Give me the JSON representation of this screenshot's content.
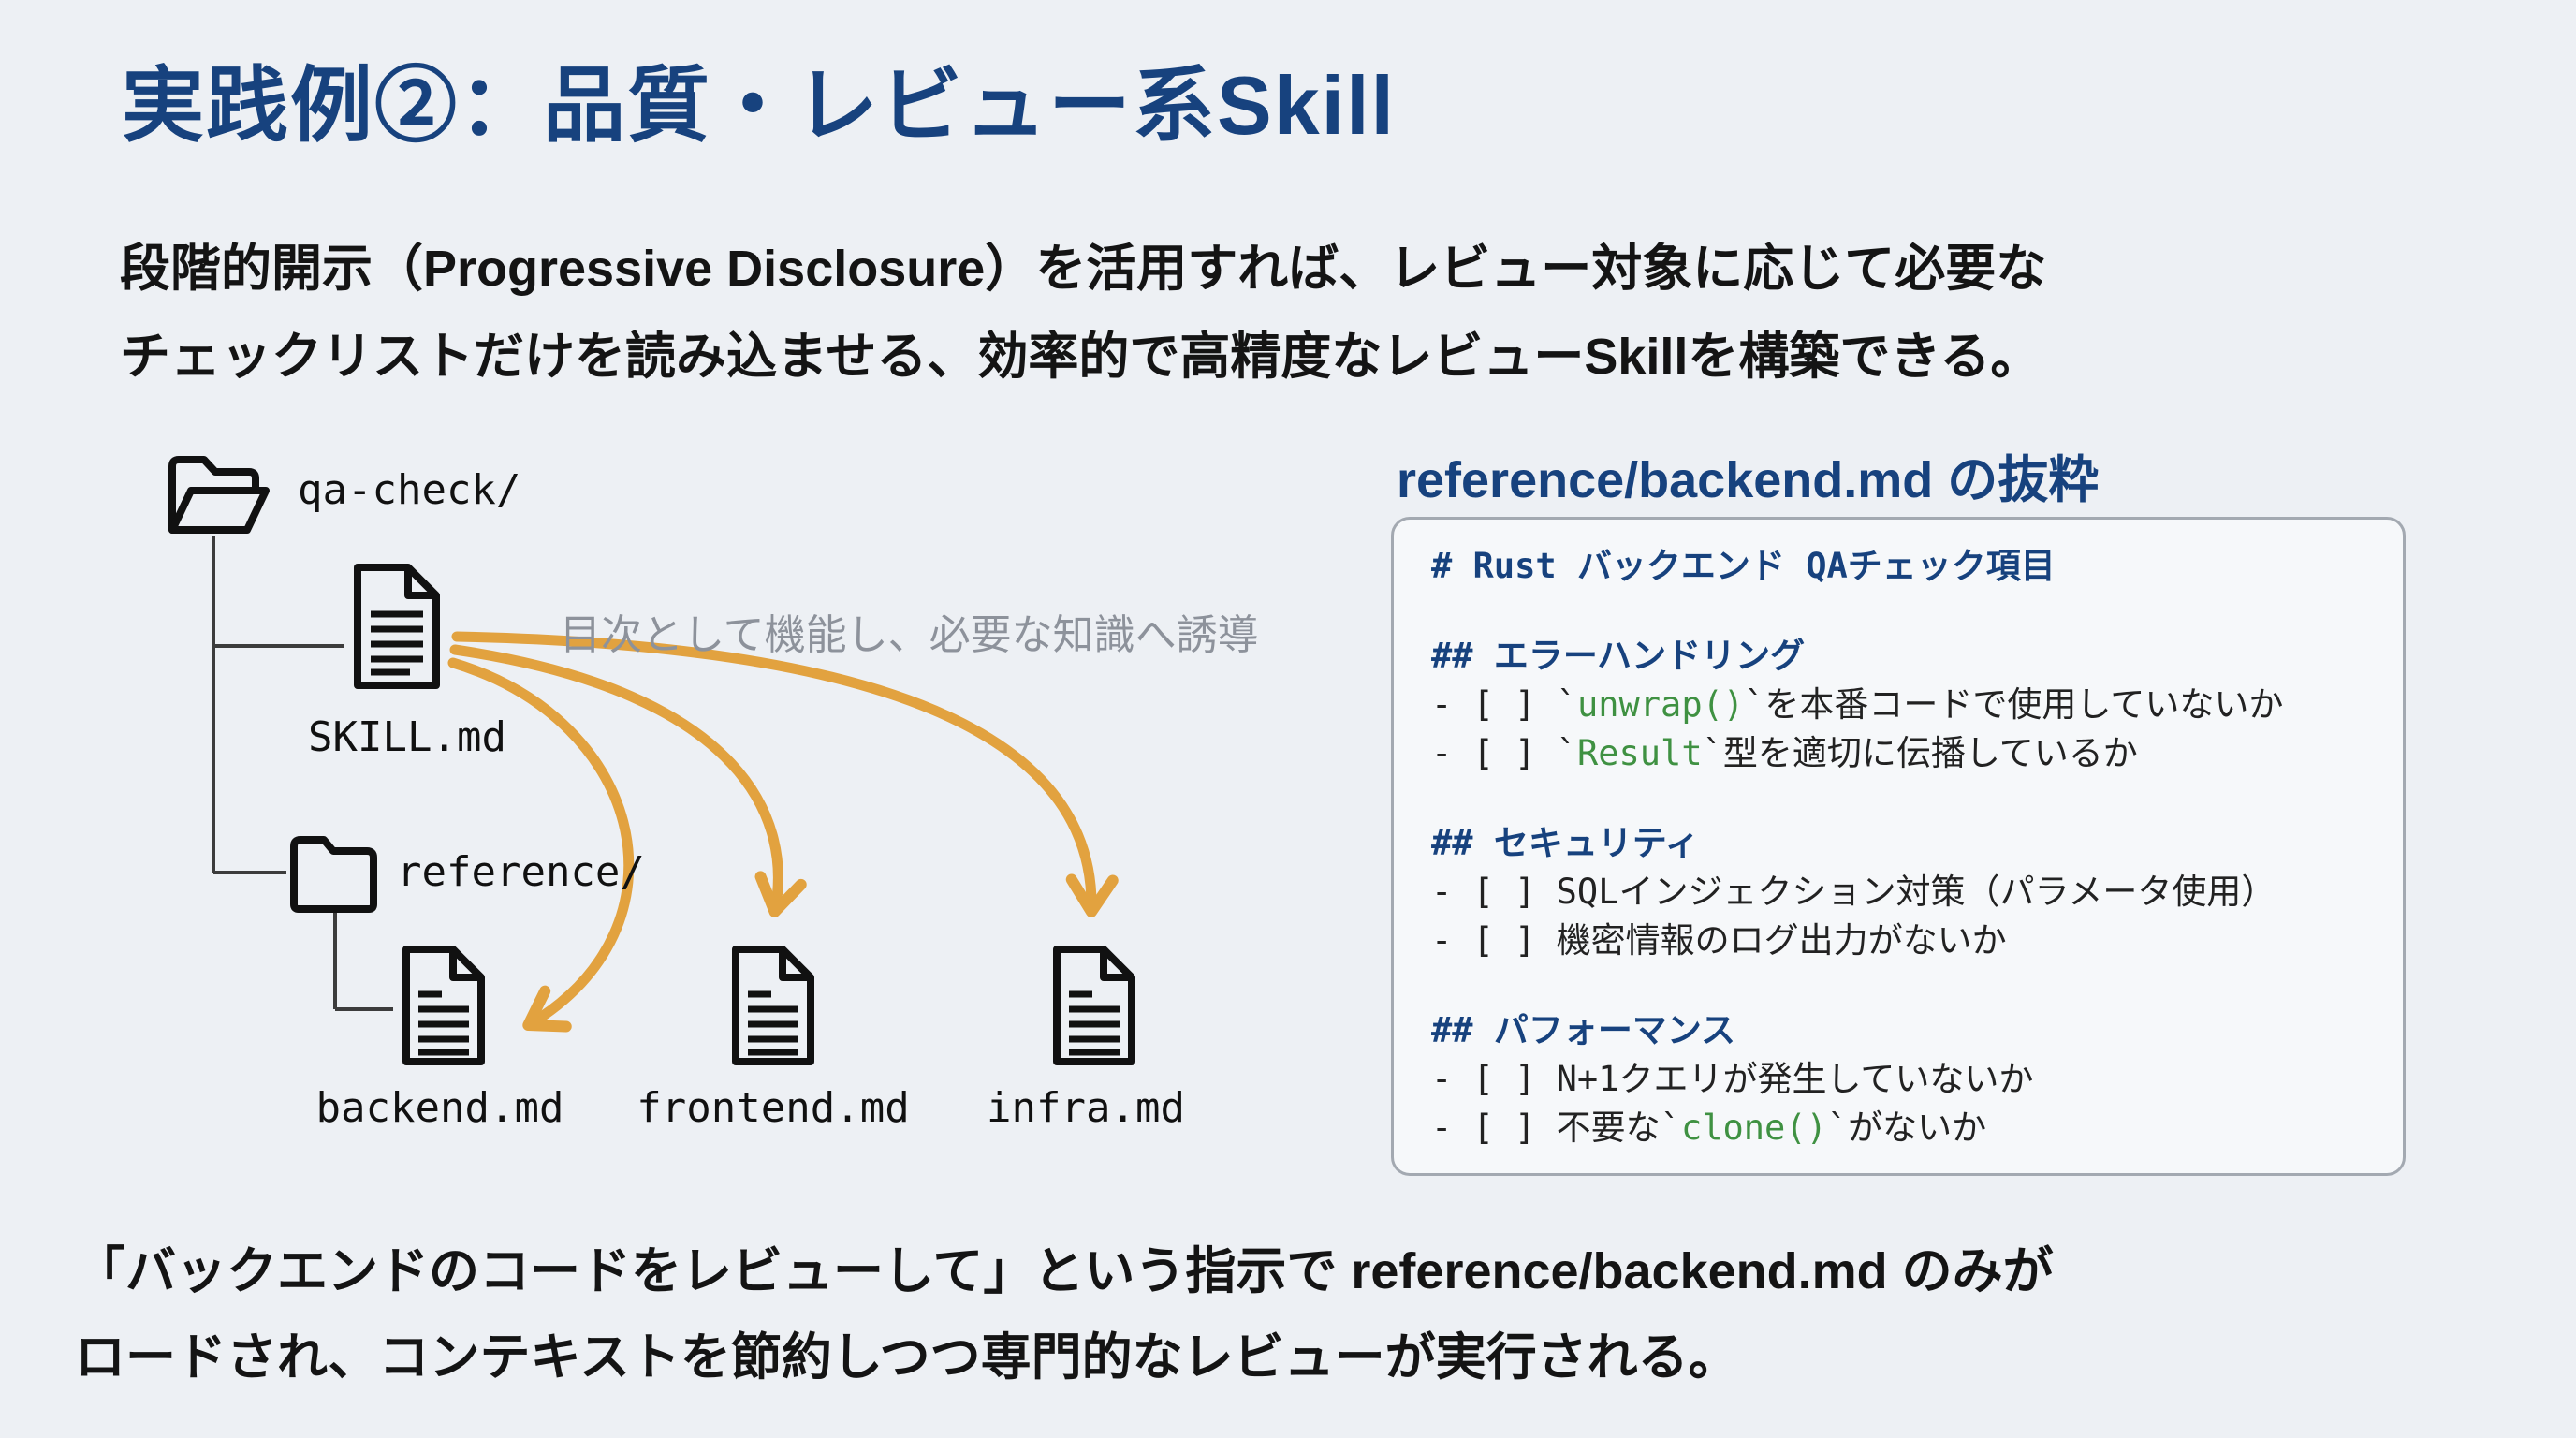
{
  "slide": {
    "title": "実践例②：品質・レビュー系Skill",
    "intro": [
      "段階的開示（Progressive Disclosure）を活用すれば、レビュー対象に応じて必要な",
      "チェックリストだけを読み込ませる、効率的で高精度なレビューSkillを構築できる。"
    ],
    "footer": [
      "「バックエンドのコードをレビューして」という指示で reference/backend.md のみが",
      "ロードされ、コンテキストを節約しつつ専門的なレビューが実行される。"
    ]
  },
  "tree": {
    "root_folder_label": "qa-check/",
    "skill_label": "SKILL.md",
    "annotation": "目次として機能し、必要な知識へ誘導",
    "sub_folder_label": "reference/",
    "file_labels": [
      "backend.md",
      "frontend.md",
      "infra.md"
    ]
  },
  "panel": {
    "title": "reference/backend.md の抜粋",
    "h1": "# Rust バックエンド QAチェック項目",
    "sections": [
      {
        "heading": "## エラーハンドリング",
        "items": [
          {
            "pre": "- [ ] `",
            "code": "unwrap()",
            "post": "`を本番コードで使用していないか"
          },
          {
            "pre": "- [ ] `",
            "code": "Result",
            "post": "`型を適切に伝播しているか"
          }
        ]
      },
      {
        "heading": "## セキュリティ",
        "items": [
          {
            "pre": "- [ ] SQLインジェクション対策（パラメータ使用）",
            "code": "",
            "post": ""
          },
          {
            "pre": "- [ ] 機密情報のログ出力がないか",
            "code": "",
            "post": ""
          }
        ]
      },
      {
        "heading": "## パフォーマンス",
        "items": [
          {
            "pre": "- [ ] N+1クエリが発生していないか",
            "code": "",
            "post": ""
          },
          {
            "pre": "- [ ] 不要な`",
            "code": "clone()",
            "post": "`がないか"
          }
        ]
      }
    ]
  },
  "colors": {
    "background": "#edf0f4",
    "title_blue": "#17427e",
    "body_text": "#141414",
    "annotation_gray": "#8d929b",
    "arrow_orange": "#e2a23f",
    "inline_code_green": "#3f9142",
    "panel_border_gray": "#a3a9b1"
  }
}
